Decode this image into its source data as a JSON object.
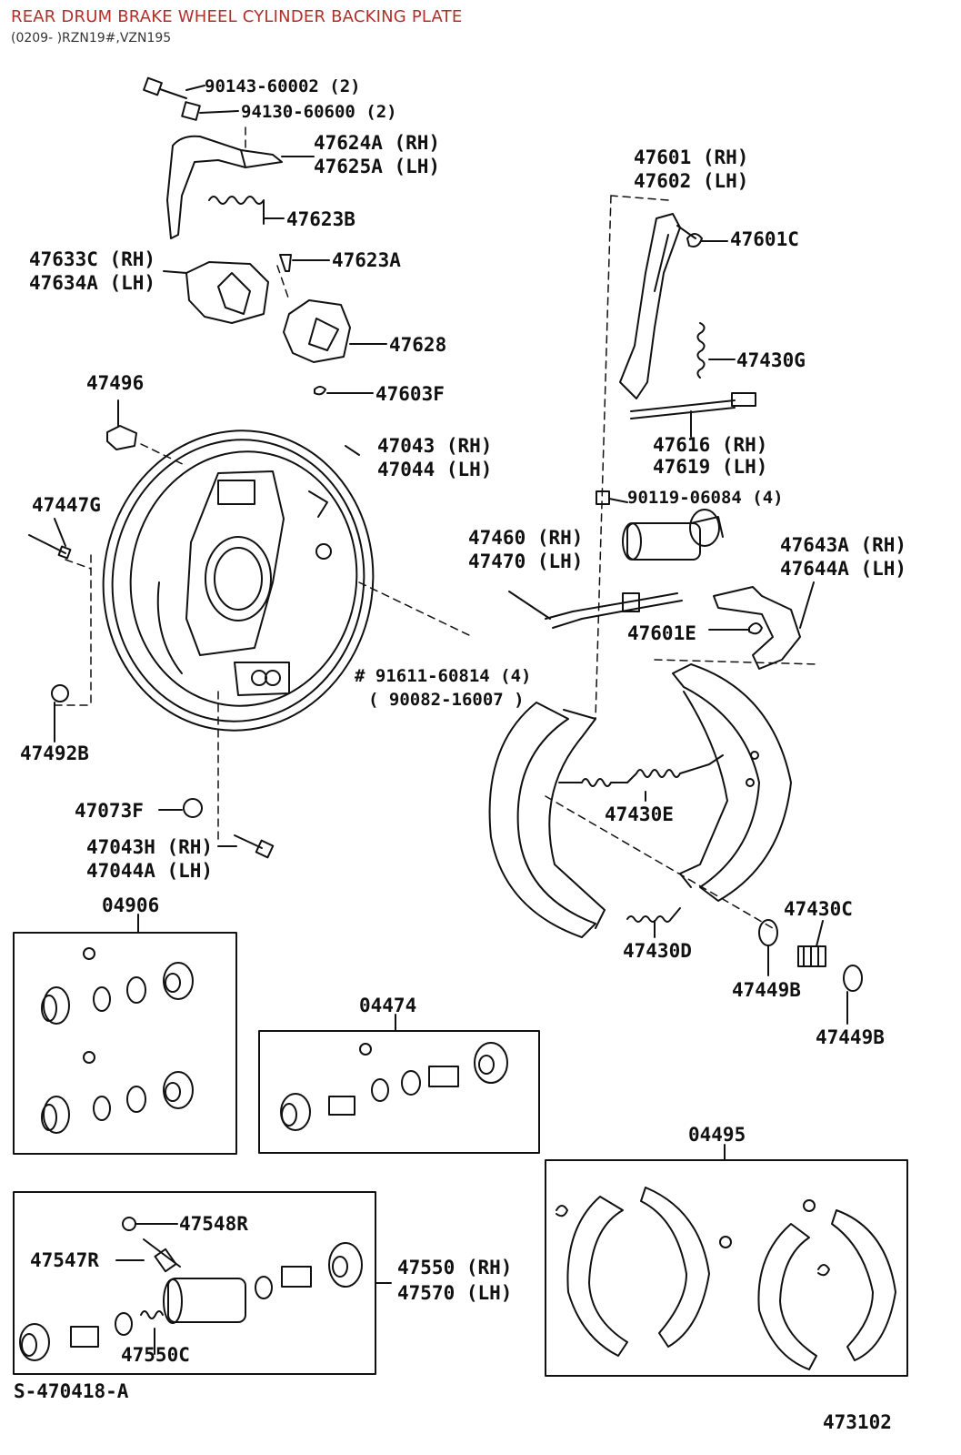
{
  "header": {
    "title": "REAR DRUM BRAKE WHEEL CYLINDER BACKING PLATE",
    "subtitle": "(0209- )RZN19#,VZN195"
  },
  "parts": {
    "p90143": "90143-60002 (2)",
    "p94130": "94130-60600 (2)",
    "p47624a": "47624A (RH)",
    "p47625a": "47625A (LH)",
    "p47623b": "47623B",
    "p47633c": "47633C (RH)",
    "p47634a": "47634A (LH)",
    "p47623a": "47623A",
    "p47628": "47628",
    "p47603f": "47603F",
    "p47496": "47496",
    "p47043": "47043 (RH)",
    "p47044": "47044 (LH)",
    "p47447g": "47447G",
    "p91611": "# 91611-60814 (4)",
    "p90082": "( 90082-16007 )",
    "p47492b": "47492B",
    "p47073f": "47073F",
    "p47043h": "47043H (RH)",
    "p47044a": "47044A (LH)",
    "p47601": "47601 (RH)",
    "p47602": "47602 (LH)",
    "p47601c": "47601C",
    "p47430g": "47430G",
    "p47616": "47616 (RH)",
    "p47619": "47619 (LH)",
    "p90119": "90119-06084 (4)",
    "p47460": "47460 (RH)",
    "p47470": "47470 (LH)",
    "p47643a": "47643A (RH)",
    "p47644a": "47644A (LH)",
    "p47601e": "47601E",
    "p47430e": "47430E",
    "p47430c": "47430C",
    "p47430d": "47430D",
    "p47449b_1": "47449B",
    "p47449b_2": "47449B",
    "p04906": "04906",
    "p04474": "04474",
    "p04495": "04495",
    "p47548r": "47548R",
    "p47547r": "47547R",
    "p47550": "47550 (RH)",
    "p47570": "47570 (LH)",
    "p47550c": "47550C",
    "ref_left": "S-470418-A",
    "ref_right": "473102"
  }
}
